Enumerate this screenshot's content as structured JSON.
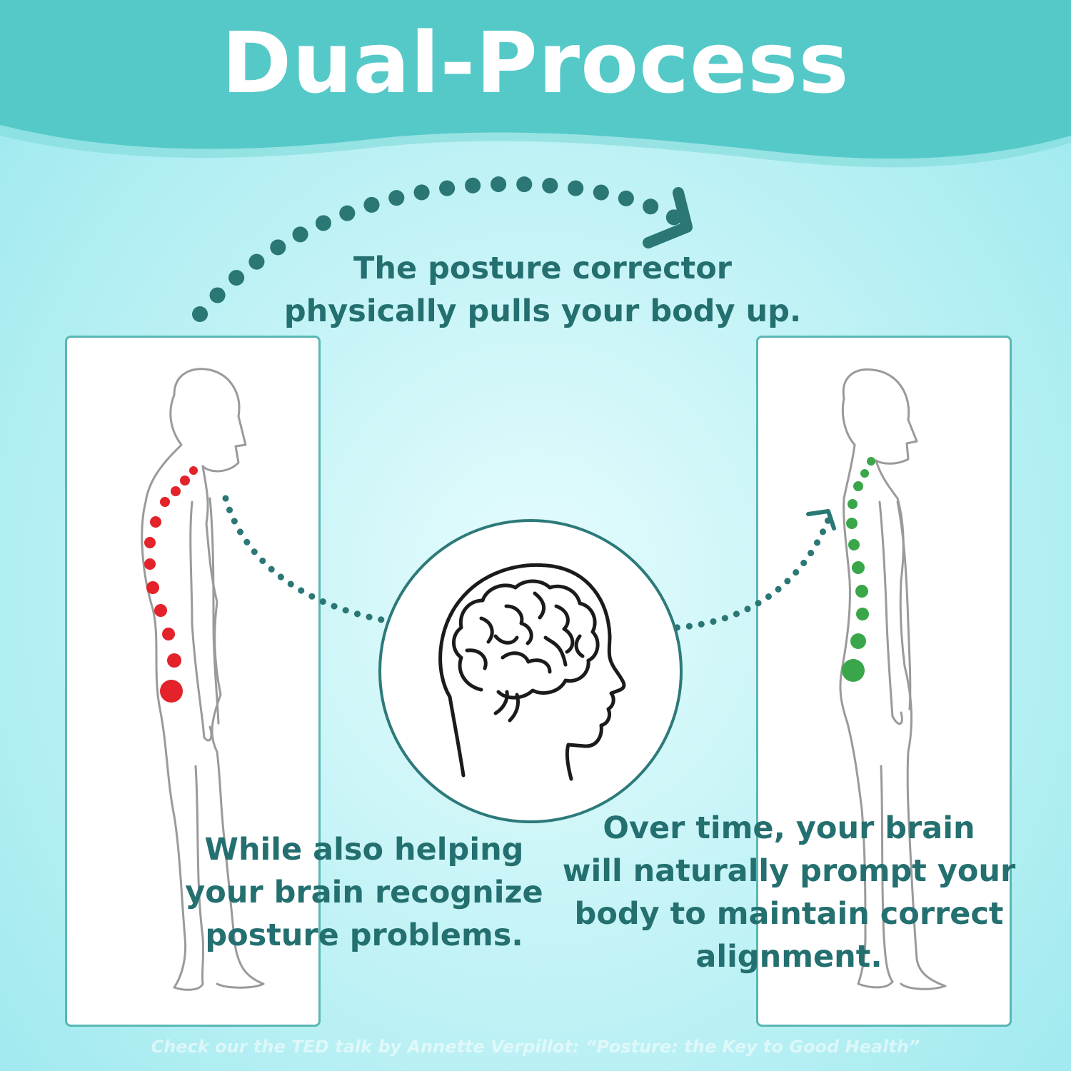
{
  "title": "Dual-Process",
  "top_caption": [
    "The posture corrector",
    "physically pulls your body up."
  ],
  "left_caption": [
    "While also helping",
    "your brain recognize",
    "posture problems."
  ],
  "right_caption": [
    "Over time, your brain",
    "will naturally prompt your",
    "body to maintain correct",
    "alignment."
  ],
  "footnote": "Check our the TED talk by Annette Verpillot: “Posture: the Key to Good Health”",
  "colors": {
    "banner": "#55c9c8",
    "text": "#246f70",
    "arrow": "#2a7775",
    "bad_spine": "#e32229",
    "good_spine": "#3aa64a",
    "panel_border": "#58b7b4"
  },
  "icons": {
    "left_figure": "slouched-person-outline",
    "right_figure": "upright-person-outline",
    "center": "brain-head-icon"
  }
}
